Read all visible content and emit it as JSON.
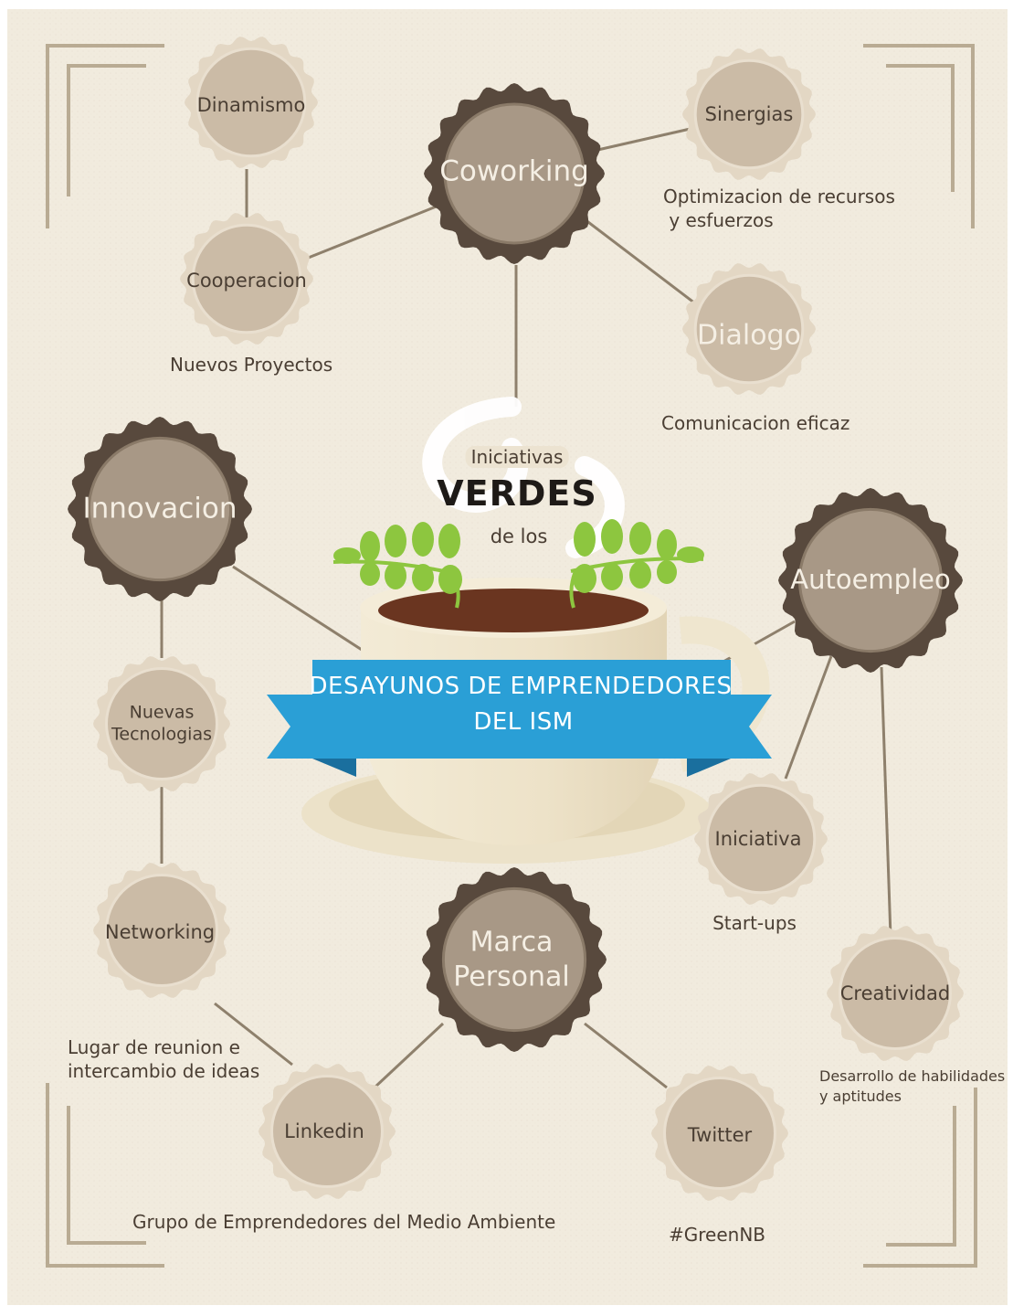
{
  "title": {
    "top": "Iniciativas",
    "main": "VERDES",
    "bottom": "de los"
  },
  "banner": {
    "line1": "DESAYUNOS DE EMPRENDEDORES",
    "line2": "DEL ISM"
  },
  "nodes": {
    "coworking": "Coworking",
    "dinamismo": "Dinamismo",
    "cooperacion": "Cooperacion",
    "sinergias": "Sinergias",
    "dialogo": "Dialogo",
    "innovacion": "Innovacion",
    "nuevas_tecnologias": "Nuevas\nTecnologias",
    "networking": "Networking",
    "autoempleo": "Autoempleo",
    "iniciativa": "Iniciativa",
    "creatividad": "Creatividad",
    "marca_personal": "Marca\nPersonal",
    "linkedin": "Linkedin",
    "twitter": "Twitter"
  },
  "captions": {
    "nuevos_proyectos": "Nuevos Proyectos",
    "optimizacion": "Optimizacion de recursos\n y esfuerzos",
    "comunicacion": "Comunicacion eficaz",
    "start_ups": "Start-ups",
    "desarrollo": "Desarrollo de habilidades\ny aptitudes",
    "lugar": "Lugar de reunion e\nintercambio de ideas",
    "grupo": "Grupo de Emprendedores del Medio Ambiente",
    "hashtag": "#GreenNB"
  },
  "colors": {
    "background": "#f1ebde",
    "dark_node": "#58493d",
    "light_node": "#cbbba6",
    "banner": "#2a9fd6",
    "banner_dark": "#1a6f9e",
    "leaf": "#8dc63f",
    "coffee": "#6a3520",
    "cup": "#efe6cf"
  }
}
